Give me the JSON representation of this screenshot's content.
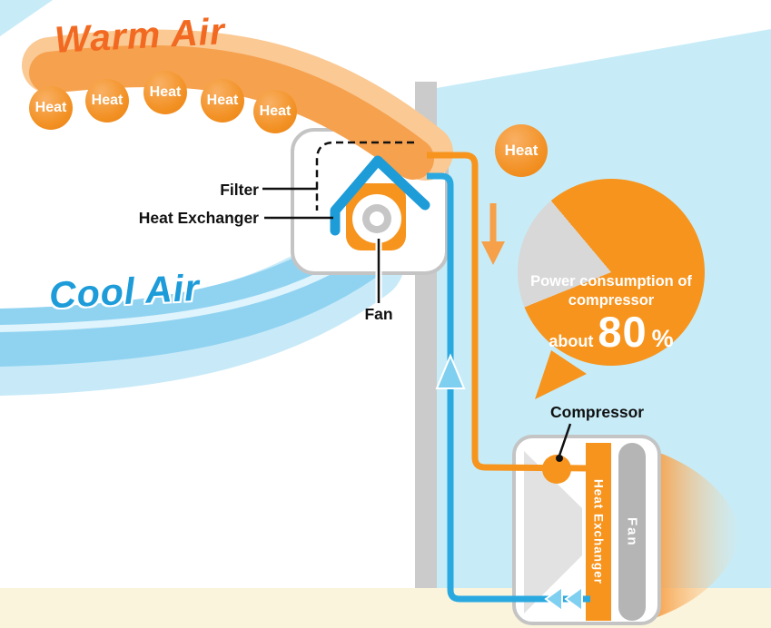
{
  "diagram": {
    "warm_air": "Warm Air",
    "cool_air": "Cool Air",
    "filter": "Filter",
    "indoor_heat_exchanger": "Heat Exchanger",
    "indoor_fan": "Fan",
    "outdoor_heat": "Heat",
    "compressor": "Compressor",
    "outdoor_heat_exchanger": "Heat Exchanger",
    "outdoor_fan": "Fan"
  },
  "heat_bubbles": [
    "Heat",
    "Heat",
    "Heat",
    "Heat",
    "Heat"
  ],
  "pie": {
    "caption_line1": "Power consumption of",
    "caption_line2": "compressor",
    "about": "about",
    "value": "80",
    "unit": "%"
  },
  "chart_data": {
    "type": "pie",
    "title": "Power consumption of compressor",
    "labels": [
      "Compressor power consumption",
      "Other"
    ],
    "values": [
      80,
      20
    ],
    "colors": [
      "#F7941D",
      "#D8D8D8"
    ],
    "annotation": "about 80%",
    "legend": "none"
  },
  "colors": {
    "orange": "#F7941D",
    "warm_band": "#F6A14E",
    "blue": "#2AA9E0",
    "cool_band": "#90D3F1",
    "outdoor_bg": "#C7ECF8",
    "wall_gray": "#CBCBCB",
    "floor_cream": "#FBF4DC",
    "pie_gray": "#D8D8D8"
  }
}
